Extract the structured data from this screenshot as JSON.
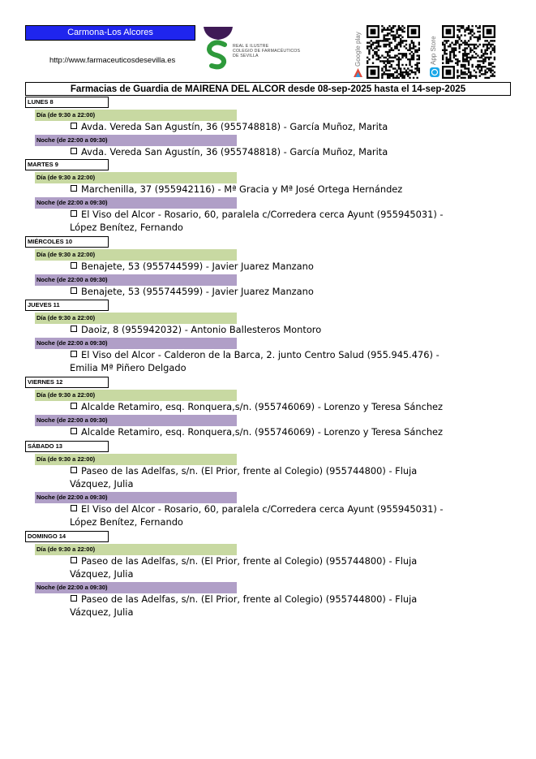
{
  "header": {
    "region": "Carmona-Los Alcores",
    "url": "http://www.farmaceuticosdesevilla.es",
    "logo_text": [
      "REAL E ILUSTRE",
      "COLEGIO DE FARMACÉUTICOS",
      "DE SEVILLA"
    ],
    "google_play": "Google play",
    "app_store": "App Store"
  },
  "title": "Farmacias de Guardia de MAIRENA DEL ALCOR desde 08-sep-2025 hasta el 14-sep-2025",
  "days": [
    {
      "label": "LUNES 8",
      "day_shift": {
        "label": "Día (de 9:30 a 22:00)",
        "lines": [
          "Avda. Vereda San Agustín, 36 (955748818) - García Muñoz, Marita"
        ]
      },
      "night_shift": {
        "label": "Noche (de 22:00 a 09:30)",
        "lines": [
          "Avda. Vereda San Agustín, 36 (955748818) - García Muñoz, Marita"
        ]
      }
    },
    {
      "label": "MARTES 9",
      "day_shift": {
        "label": "Día (de 9:30 a 22:00)",
        "lines": [
          "Marchenilla, 37 (955942116) - Mª Gracia y Mª José Ortega Hernández"
        ]
      },
      "night_shift": {
        "label": "Noche (de 22:00 a 09:30)",
        "lines": [
          "El Viso del Alcor - Rosario, 60, paralela c/Corredera cerca Ayunt (955945031) -",
          "López Benítez, Fernando"
        ]
      }
    },
    {
      "label": "MIÉRCOLES 10",
      "day_shift": {
        "label": "Día (de 9:30 a 22:00)",
        "lines": [
          "Benajete, 53 (955744599) - Javier Juarez Manzano"
        ]
      },
      "night_shift": {
        "label": "Noche (de 22:00 a 09:30)",
        "lines": [
          "Benajete, 53 (955744599) - Javier Juarez Manzano"
        ]
      }
    },
    {
      "label": "JUEVES 11",
      "day_shift": {
        "label": "Día (de 9:30 a 22:00)",
        "lines": [
          "Daoiz, 8 (955942032) - Antonio Ballesteros Montoro"
        ]
      },
      "night_shift": {
        "label": "Noche (de 22:00 a 09:30)",
        "lines": [
          "El Viso del Alcor - Calderon de la Barca, 2. junto Centro Salud (955.945.476) -",
          "Emilia Mª Piñero Delgado"
        ]
      }
    },
    {
      "label": "VIERNES 12",
      "day_shift": {
        "label": "Día (de 9:30 a 22:00)",
        "lines": [
          "Alcalde Retamiro, esq. Ronquera,s/n. (955746069) - Lorenzo y Teresa Sánchez"
        ]
      },
      "night_shift": {
        "label": "Noche (de 22:00 a 09:30)",
        "lines": [
          "Alcalde Retamiro, esq. Ronquera,s/n. (955746069) - Lorenzo y Teresa Sánchez"
        ]
      }
    },
    {
      "label": "SÁBADO 13",
      "day_shift": {
        "label": "Día (de 9:30 a 22:00)",
        "lines": [
          "Paseo de las Adelfas, s/n. (El Prior, frente al Colegio) (955744800) - Fluja",
          "Vázquez, Julia"
        ]
      },
      "night_shift": {
        "label": "Noche (de 22:00 a 09:30)",
        "lines": [
          "El Viso del Alcor - Rosario, 60, paralela c/Corredera cerca Ayunt (955945031) -",
          "López Benítez, Fernando"
        ]
      }
    },
    {
      "label": "DOMINGO 14",
      "day_shift": {
        "label": "Día (de 9:30 a 22:00)",
        "lines": [
          "Paseo de las Adelfas, s/n. (El Prior, frente al Colegio) (955744800) - Fluja",
          "Vázquez, Julia"
        ]
      },
      "night_shift": {
        "label": "Noche (de 22:00 a 09:30)",
        "lines": [
          "Paseo de las Adelfas, s/n. (El Prior, frente al Colegio) (955744800) - Fluja",
          "Vázquez, Julia"
        ]
      }
    }
  ]
}
